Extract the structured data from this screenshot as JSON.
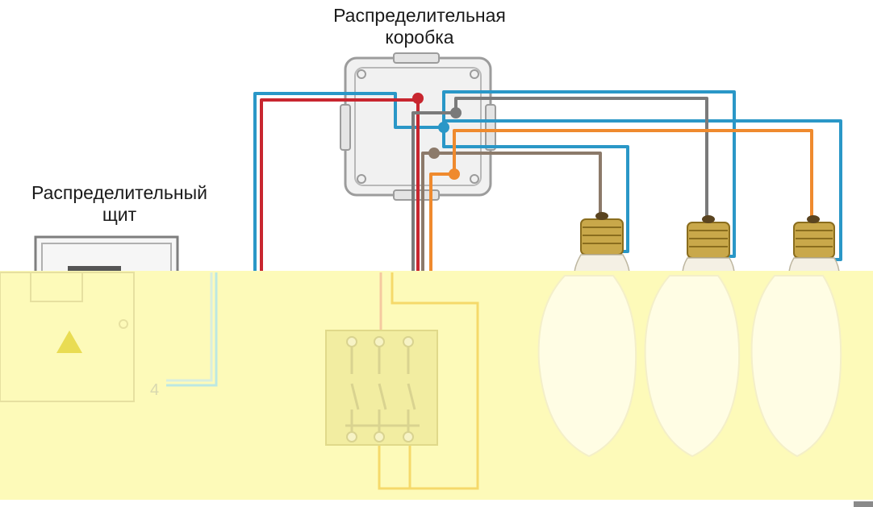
{
  "labels": {
    "junction_box_line1": "Распределительная",
    "junction_box_line2": "коробка",
    "panel_line1": "Распределительный",
    "panel_line2": "щит",
    "wire_count": "4"
  },
  "colors": {
    "phase": "#c8262f",
    "neutral": "#2a97c7",
    "lamp_wire_1": "#8c7a6a",
    "lamp_wire_2": "#7a7a7a",
    "lamp_wire_3": "#ef8a2e",
    "overlay": "#fdfab9",
    "switch_body": "#f2eda1"
  },
  "components": {
    "junction_box": "junction-box",
    "distribution_panel": "distribution-panel",
    "switch": "triple-switch",
    "lamps": [
      "lamp-1",
      "lamp-2",
      "lamp-3"
    ]
  }
}
